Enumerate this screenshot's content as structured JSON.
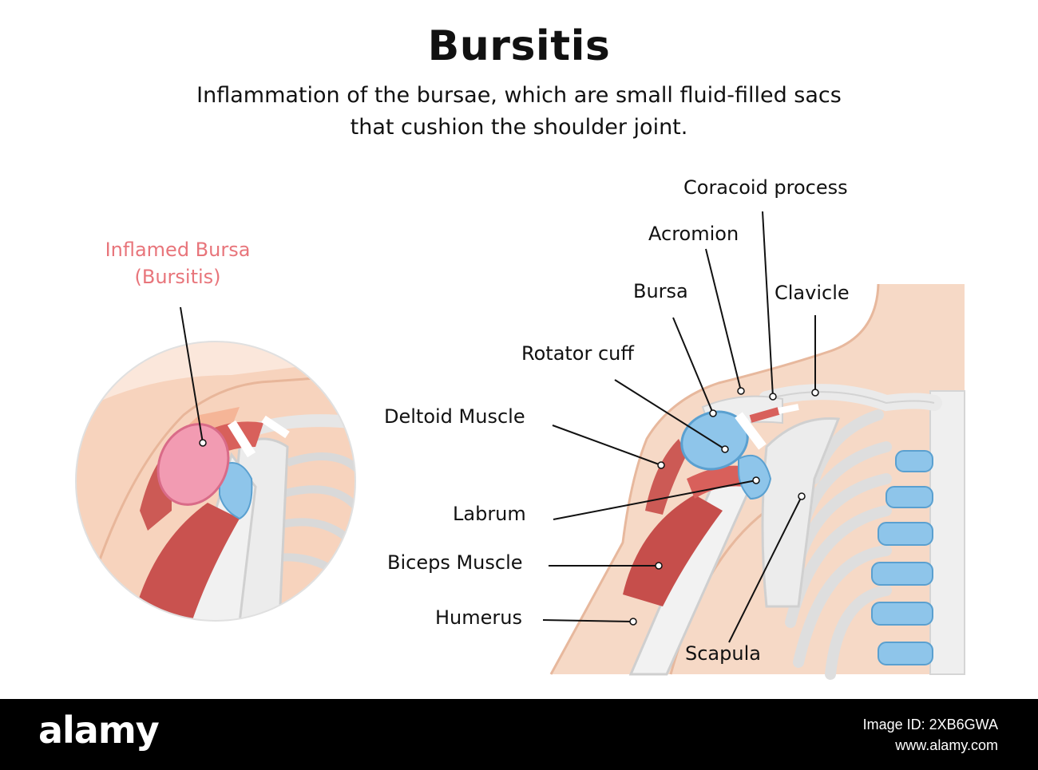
{
  "header": {
    "title": "Bursitis",
    "subtitle_line1": "Inflammation of the bursae, which are small fluid-filled sacs",
    "subtitle_line2": "that cushion the shoulder joint."
  },
  "inset": {
    "label_line1": "Inflamed Bursa",
    "label_line2": "(Bursitis)",
    "label_color": "#e8757b"
  },
  "labels": {
    "coracoid": "Coracoid process",
    "acromion": "Acromion",
    "bursa": "Bursa",
    "clavicle": "Clavicle",
    "rotator_cuff": "Rotator cuff",
    "deltoid": "Deltoid Muscle",
    "labrum": "Labrum",
    "biceps": "Biceps Muscle",
    "humerus": "Humerus",
    "scapula": "Scapula"
  },
  "colors": {
    "skin": "#f6d9c6",
    "muscle": "#cc5a55",
    "bursa_inflamed": "#f29bb2",
    "cartilage": "#8ec5ea",
    "bone": "#eeeeee"
  },
  "footer": {
    "logo": "alamy",
    "image_id": "Image ID: 2XB6GWA",
    "site": "www.alamy.com"
  }
}
